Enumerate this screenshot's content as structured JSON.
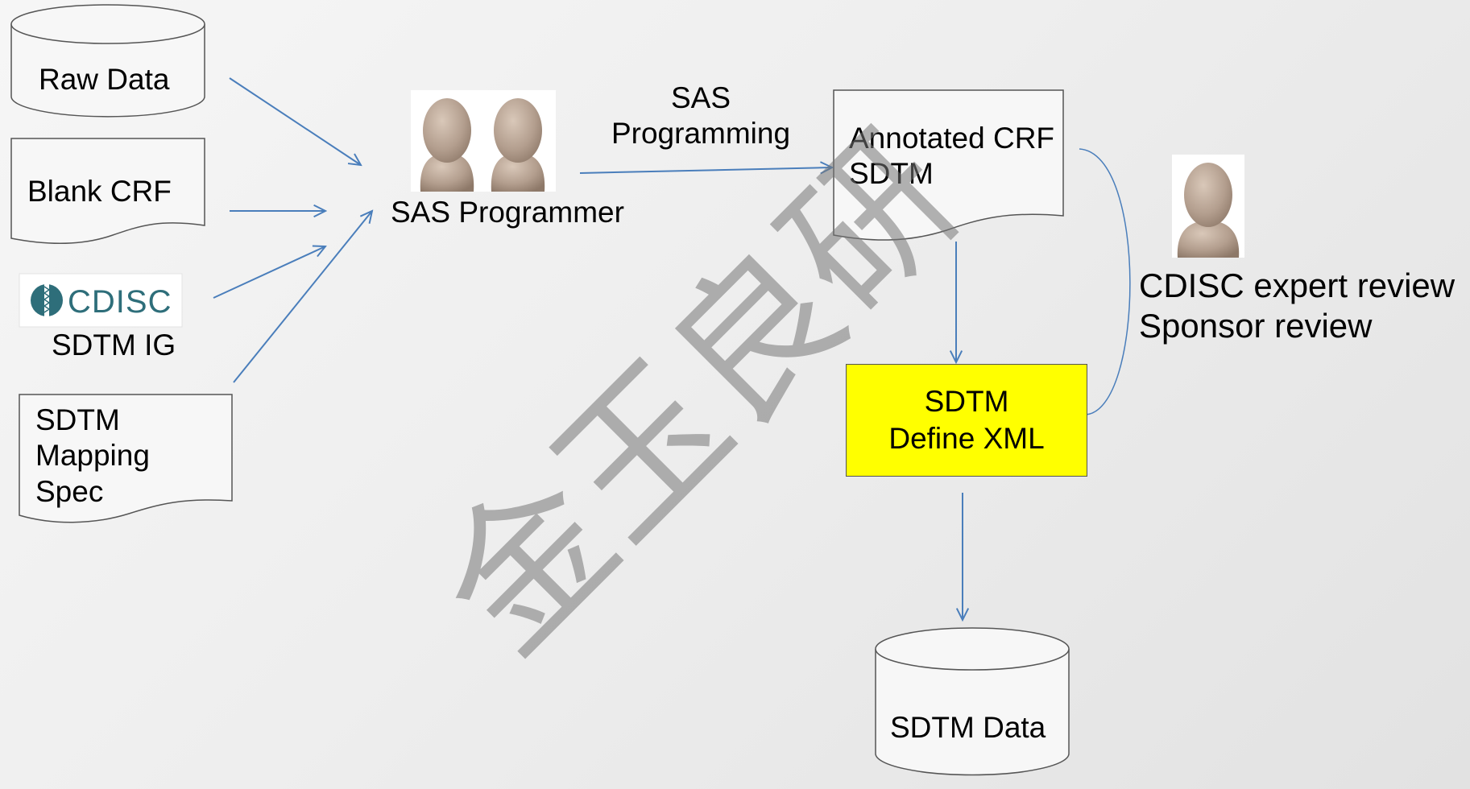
{
  "nodes": {
    "raw_data": "Raw Data",
    "blank_crf": "Blank CRF",
    "cdisc_logo_text": "CDISC",
    "sdtm_ig": "SDTM IG",
    "mapping_spec": [
      "SDTM",
      "Mapping",
      "Spec"
    ],
    "sas_programmer": "SAS Programmer",
    "sas_programming": [
      "SAS",
      "Programming"
    ],
    "annotated_crf": [
      "Annotated CRF",
      "SDTM"
    ],
    "define_xml": [
      "SDTM",
      "Define XML"
    ],
    "reviews": [
      "CDISC expert review",
      "Sponsor review"
    ],
    "sdtm_data": "SDTM Data"
  },
  "watermark": "金玉良研",
  "colors": {
    "arrow": "#4a7ebb",
    "highlight": "#ffff00",
    "watermark": "#777777",
    "logo": "#2e6e7a",
    "avatar": "#b39e8e"
  },
  "icons": {
    "programmer_avatars": "two-person-avatar-icon",
    "reviewer_avatar": "person-avatar-icon"
  }
}
